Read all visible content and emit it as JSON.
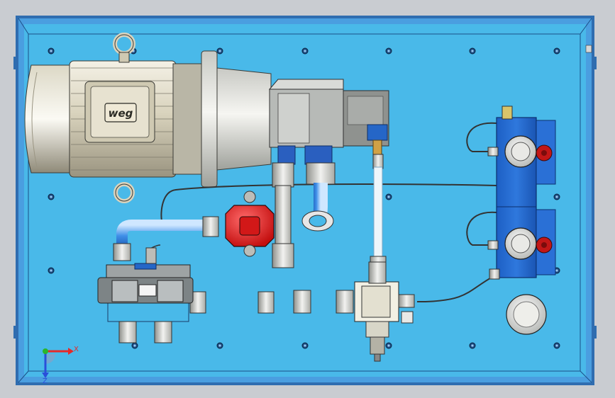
{
  "viewport": {
    "background": "#c9ccd1",
    "plate_color": "#49b9e9",
    "frame_color": "#3f7fbf"
  },
  "motor": {
    "logo_text": "weg",
    "body_color": "#d8d2bd"
  },
  "triad": {
    "x_label": "X",
    "z_label": "Z",
    "x_color": "#e52a2a",
    "y_color": "#2bb52b",
    "z_color": "#2a4fd9"
  }
}
